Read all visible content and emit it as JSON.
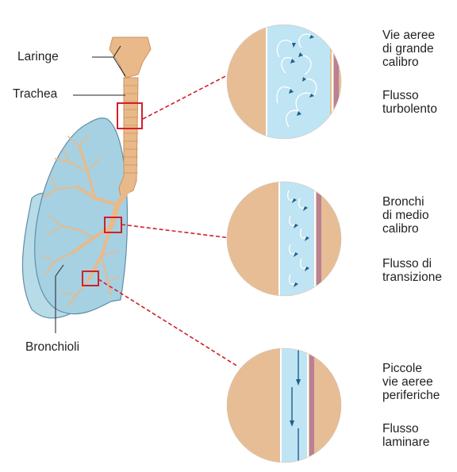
{
  "labels": {
    "larynx": "Laringe",
    "trachea": "Trachea",
    "bronchioles": "Bronchioli"
  },
  "panels": [
    {
      "airway": "Vie aeree\ndi grande\ncalibro",
      "flow": "Flusso\nturbolento"
    },
    {
      "airway": "Bronchi\ndi medio\ncalibro",
      "flow": "Flusso di\ntransizione"
    },
    {
      "airway": "Piccole\nvie aeree\nperiferiche",
      "flow": "Flusso\nlaminare"
    }
  ],
  "colors": {
    "tissue": "#e6bd95",
    "lumen": "#bfe4f3",
    "lumen_edge": "#ffffff",
    "wall": "#b98193",
    "lung": "#a6d1e2",
    "lung_edge": "#5d8ea8",
    "airway_tissue": "#e9b98a",
    "highlight_box": "#d1202a",
    "arrow": "#1f5f8c"
  }
}
